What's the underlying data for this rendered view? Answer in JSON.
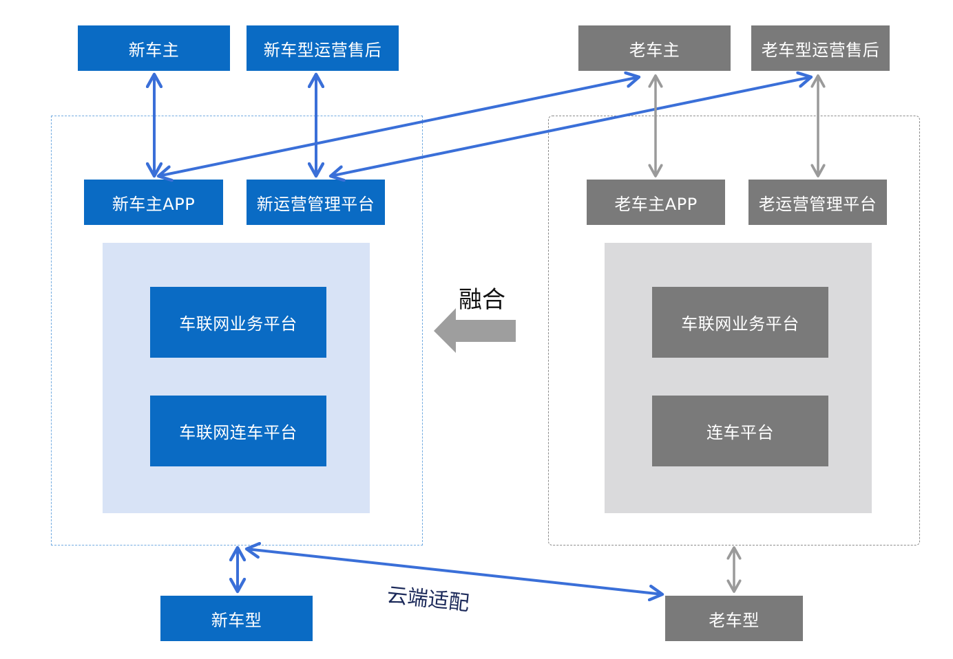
{
  "colors": {
    "new_box": "#0a6bc4",
    "old_box": "#7a7a7a",
    "new_panel": "#d8e3f6",
    "old_panel": "#dadadc",
    "blue_link": "#3a6fd8",
    "gray_link": "#9a9a9a",
    "merge_arrow": "#9e9e9e"
  },
  "new_side": {
    "owner": "新车主",
    "aftersales": "新车型运营售后",
    "app": "新车主APP",
    "ops_platform": "新运营管理平台",
    "business_platform": "车联网业务平台",
    "connect_platform": "车联网连车平台",
    "vehicle": "新车型"
  },
  "old_side": {
    "owner": "老车主",
    "aftersales": "老车型运营售后",
    "app": "老车主APP",
    "ops_platform": "老运营管理平台",
    "business_platform": "车联网业务平台",
    "connect_platform": "连车平台",
    "vehicle": "老车型"
  },
  "labels": {
    "merge": "融合",
    "cloud_adapt": "云端适配"
  },
  "links": [
    {
      "from": "新车主",
      "to": "新车主APP",
      "style": "blue",
      "direction": "both"
    },
    {
      "from": "新车型运营售后",
      "to": "新运营管理平台",
      "style": "blue",
      "direction": "both"
    },
    {
      "from": "新车主APP",
      "to": "老车主",
      "style": "blue",
      "direction": "both"
    },
    {
      "from": "新运营管理平台",
      "to": "老车型运营售后",
      "style": "blue",
      "direction": "both"
    },
    {
      "from": "老车主",
      "to": "老车主APP",
      "style": "gray",
      "direction": "both"
    },
    {
      "from": "老车型运营售后",
      "to": "老运营管理平台",
      "style": "gray",
      "direction": "both"
    },
    {
      "from": "新平台",
      "to": "新车型",
      "style": "blue",
      "direction": "both"
    },
    {
      "from": "新平台",
      "to": "老车型",
      "style": "blue",
      "direction": "both"
    },
    {
      "from": "老平台",
      "to": "老车型",
      "style": "gray",
      "direction": "both"
    },
    {
      "from": "老平台",
      "to": "新平台",
      "style": "merge",
      "direction": "left"
    }
  ]
}
